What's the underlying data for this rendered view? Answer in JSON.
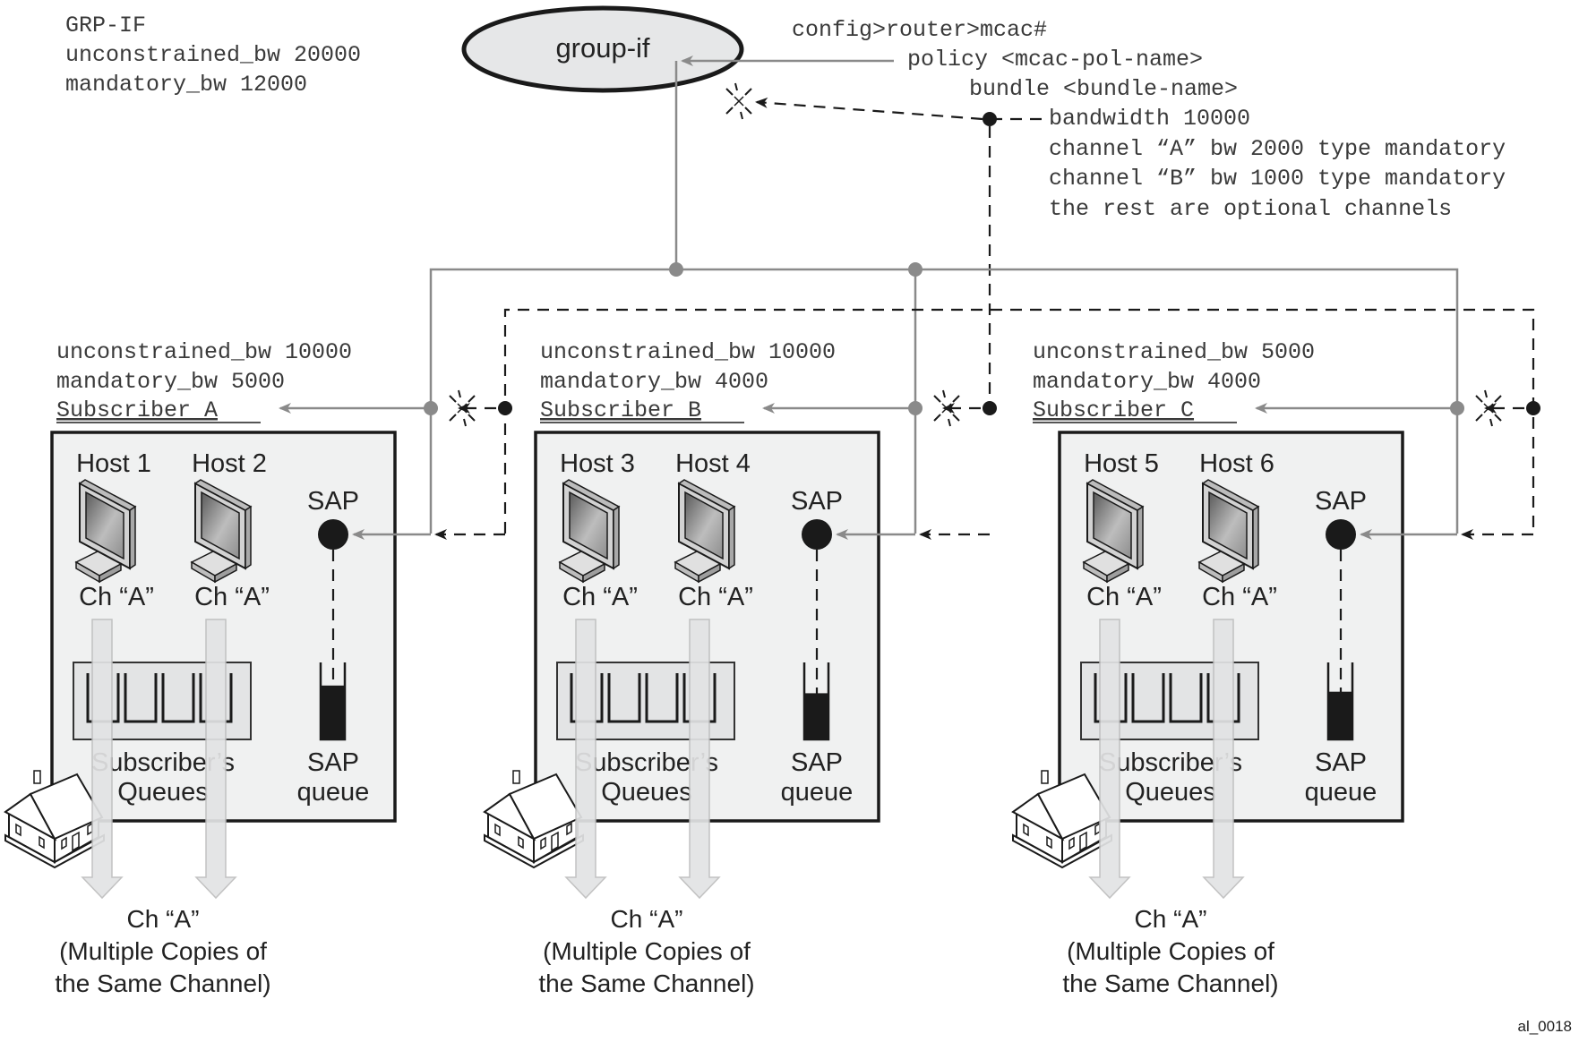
{
  "group_if": {
    "label": "group-if",
    "config_lines": [
      "GRP-IF",
      "unconstrained_bw 20000",
      "mandatory_bw 12000"
    ]
  },
  "cli": {
    "lines": [
      "config>router>mcac#",
      "policy <mcac-pol-name>",
      "bundle <bundle-name>",
      "bandwidth 10000",
      "channel “A” bw 2000 type mandatory",
      "channel “B” bw 1000 type mandatory",
      "the rest are optional channels"
    ]
  },
  "subscribers": [
    {
      "name": "Subscriber A",
      "unconstrained": "unconstrained_bw 10000",
      "mandatory": "mandatory_bw 5000",
      "hosts": [
        "Host 1",
        "Host 2"
      ],
      "channels": [
        "Ch “A”",
        "Ch “A”"
      ],
      "sap": "SAP",
      "queues_label": [
        "Subscriber’s",
        "Queues"
      ],
      "sap_queue_label": [
        "SAP",
        "queue"
      ],
      "caption": [
        "Ch “A”",
        "(Multiple Copies of",
        "the Same Channel)"
      ],
      "sap_queue_fill": 0.7
    },
    {
      "name": "Subscriber B",
      "unconstrained": "unconstrained_bw 10000",
      "mandatory": "mandatory_bw 4000",
      "hosts": [
        "Host 3",
        "Host 4"
      ],
      "channels": [
        "Ch “A”",
        "Ch “A”"
      ],
      "sap": "SAP",
      "queues_label": [
        "Subscriber’s",
        "Queues"
      ],
      "sap_queue_label": [
        "SAP",
        "queue"
      ],
      "caption": [
        "Ch “A”",
        "(Multiple Copies of",
        "the Same Channel)"
      ],
      "sap_queue_fill": 0.6
    },
    {
      "name": "Subscriber C",
      "unconstrained": "unconstrained_bw 5000",
      "mandatory": "mandatory_bw 4000",
      "hosts": [
        "Host 5",
        "Host 6"
      ],
      "channels": [
        "Ch “A”",
        "Ch “A”"
      ],
      "sap": "SAP",
      "queues_label": [
        "Subscriber’s",
        "Queues"
      ],
      "sap_queue_label": [
        "SAP",
        "queue"
      ],
      "caption": [
        "Ch “A”",
        "(Multiple Copies of",
        "the Same Channel)"
      ],
      "sap_queue_fill": 0.62
    }
  ],
  "figure_id": "al_0018",
  "colors": {
    "policy_line": "#8a8a8a",
    "bandwidth_line": "#1a1a1a",
    "box_fill": "#f0f1f1",
    "ellipse_fill": "#e6e7e8"
  }
}
